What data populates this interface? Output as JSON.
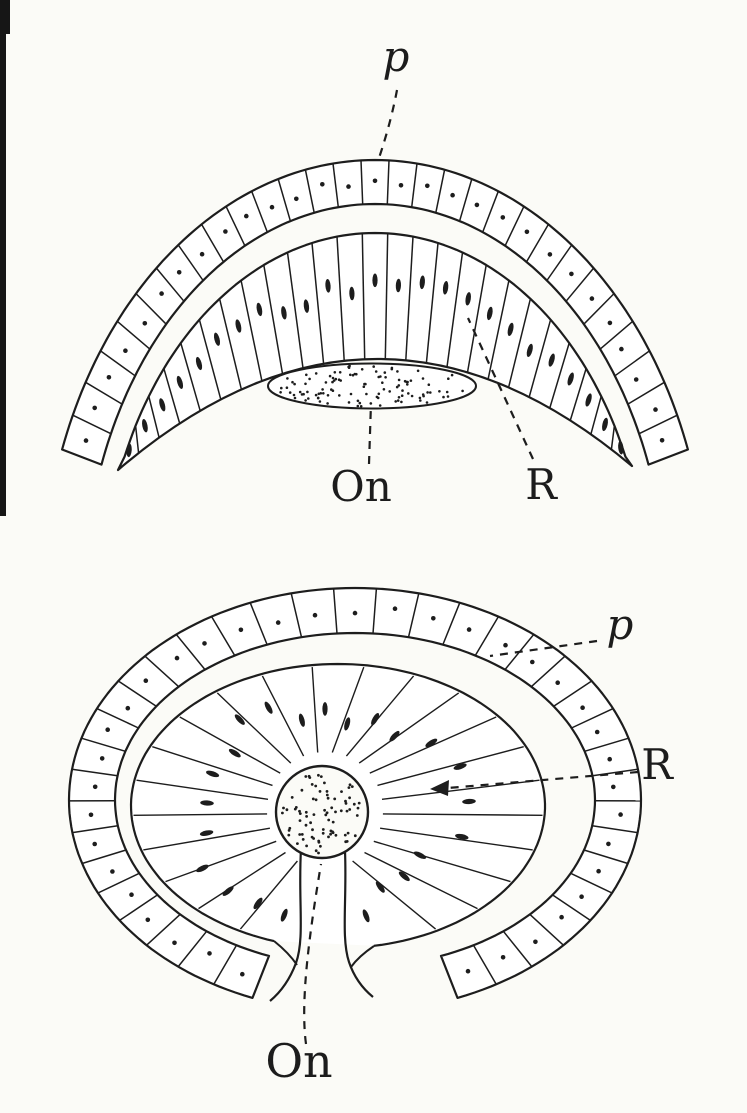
{
  "figures": {
    "top": {
      "labels": {
        "p": "p",
        "On": "On",
        "R": "R"
      }
    },
    "bottom": {
      "labels": {
        "p": "p",
        "R": "R",
        "On": "On"
      }
    }
  },
  "colors": {
    "ink": "#1d1d1d",
    "paper": "#fbfbf7"
  }
}
